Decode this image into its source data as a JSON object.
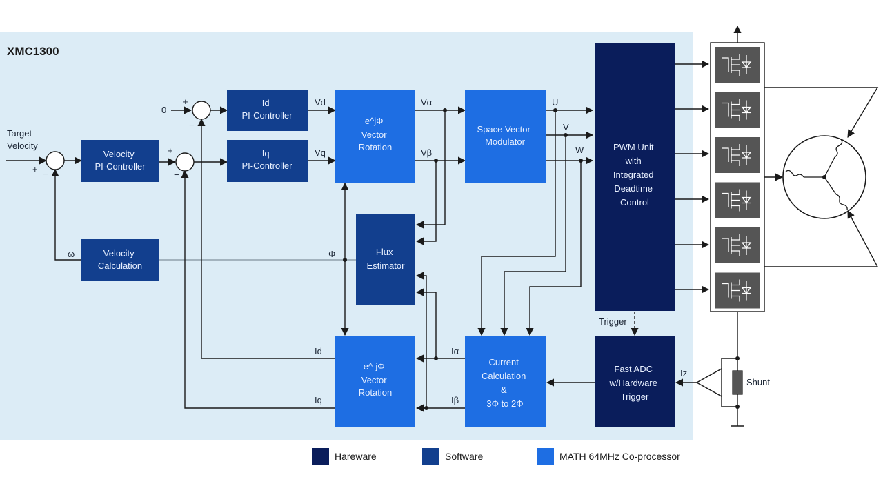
{
  "title": "XMC1300",
  "colors": {
    "panel_bg": "#dcecf6",
    "hardware": "#0a1d5b",
    "software": "#123f8e",
    "math": "#1e6ee3",
    "wire": "#1a1a1a",
    "inverter_fill": "#555555"
  },
  "inputs": {
    "target_velocity": [
      "Target",
      "Velocity"
    ],
    "id_ref": "0",
    "omega": "ω",
    "phi": "Φ"
  },
  "blocks": {
    "velocity_pi": [
      "Velocity",
      "PI-Controller"
    ],
    "id_pi": [
      "Id",
      "PI-Controller"
    ],
    "iq_pi": [
      "Iq",
      "PI-Controller"
    ],
    "vector_rotation_1": [
      "e^jΦ",
      "Vector",
      "Rotation"
    ],
    "svm": [
      "Space Vector",
      "Modulator"
    ],
    "pwm": [
      "PWM Unit",
      "with",
      "Integrated",
      "Deadtime",
      "Control"
    ],
    "velocity_calc": [
      "Velocity",
      "Calculation"
    ],
    "flux_estimator": [
      "Flux",
      "Estimator"
    ],
    "vector_rotation_2": [
      "e^-jΦ",
      "Vector",
      "Rotation"
    ],
    "current_calc": [
      "Current",
      "Calculation",
      "&",
      "3Φ to 2Φ"
    ],
    "adc": [
      "Fast ADC",
      "w/Hardware",
      "Trigger"
    ]
  },
  "signals": {
    "vd": "Vd",
    "vq": "Vq",
    "valpha": "Vα",
    "vbeta": "Vβ",
    "u": "U",
    "v": "V",
    "w": "W",
    "id": "Id",
    "iq": "Iq",
    "ialpha": "Iα",
    "ibeta": "Iβ",
    "iz": "Iz",
    "trigger": "Trigger",
    "shunt": "Shunt"
  },
  "signs": {
    "plus": "+",
    "minus": "−"
  },
  "legend": [
    {
      "label": "Hareware",
      "color_key": "hardware"
    },
    {
      "label": "Software",
      "color_key": "software"
    },
    {
      "label": "MATH 64MHz Co-processor",
      "color_key": "math"
    }
  ]
}
